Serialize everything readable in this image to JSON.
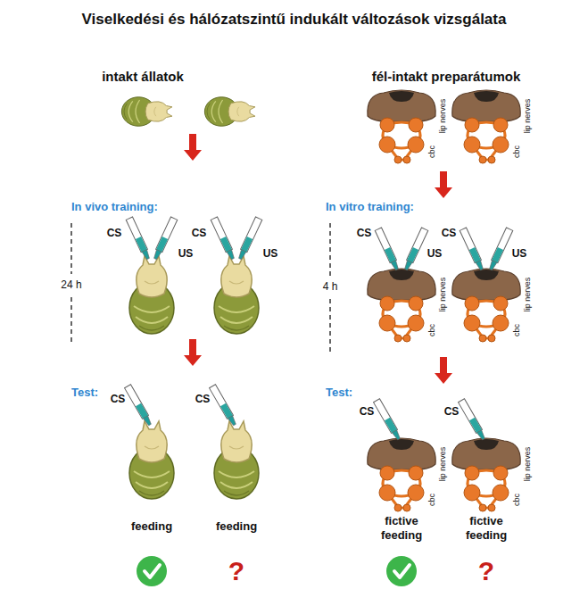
{
  "diagram": {
    "title": "Viselkedési és hálózatszintű indukált változások vizsgálata",
    "labels": [
      "intakt állatok",
      "fél-intakt preparátumok",
      "lip nerves",
      "cbc",
      "lip nerves",
      "cbc",
      "In vivo training:",
      "24 h",
      "CS",
      "US",
      "CS",
      "US",
      "In vitro training:",
      "4 h",
      "CS",
      "US",
      "CS",
      "US",
      "lip nerves",
      "cbc",
      "lip nerves",
      "cbc",
      "Test:",
      "CS",
      "CS",
      "Test:",
      "CS",
      "CS",
      "lip nerves",
      "cbc",
      "lip nerves",
      "cbc",
      "feeding",
      "feeding",
      "fictive feeding",
      "fictive feeding",
      "?",
      "?"
    ]
  }
}
